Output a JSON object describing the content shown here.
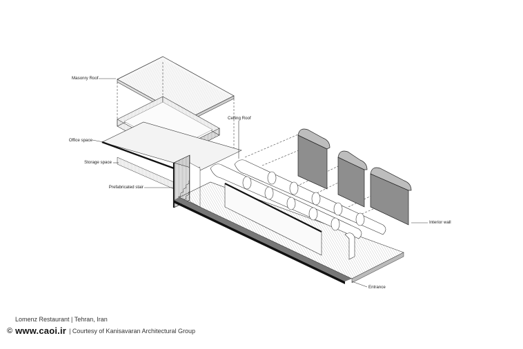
{
  "labels": {
    "masonry_roof": "Masonry Roof",
    "office_space": "Office space",
    "storage_space": "Storage space",
    "prefab_stair": "Prefabricated stair",
    "ceiling_roof": "Ceiling Roof",
    "interior_wall": "Interior wall",
    "entrance": "Entrance"
  },
  "caption": {
    "project": "Lomenz Restaurant  |  Tehran, Iran",
    "copyright_symbol": "©",
    "site": "www.caoi.ir",
    "credit": "|  Courtesy of Kanisavaran Architectural Group"
  }
}
